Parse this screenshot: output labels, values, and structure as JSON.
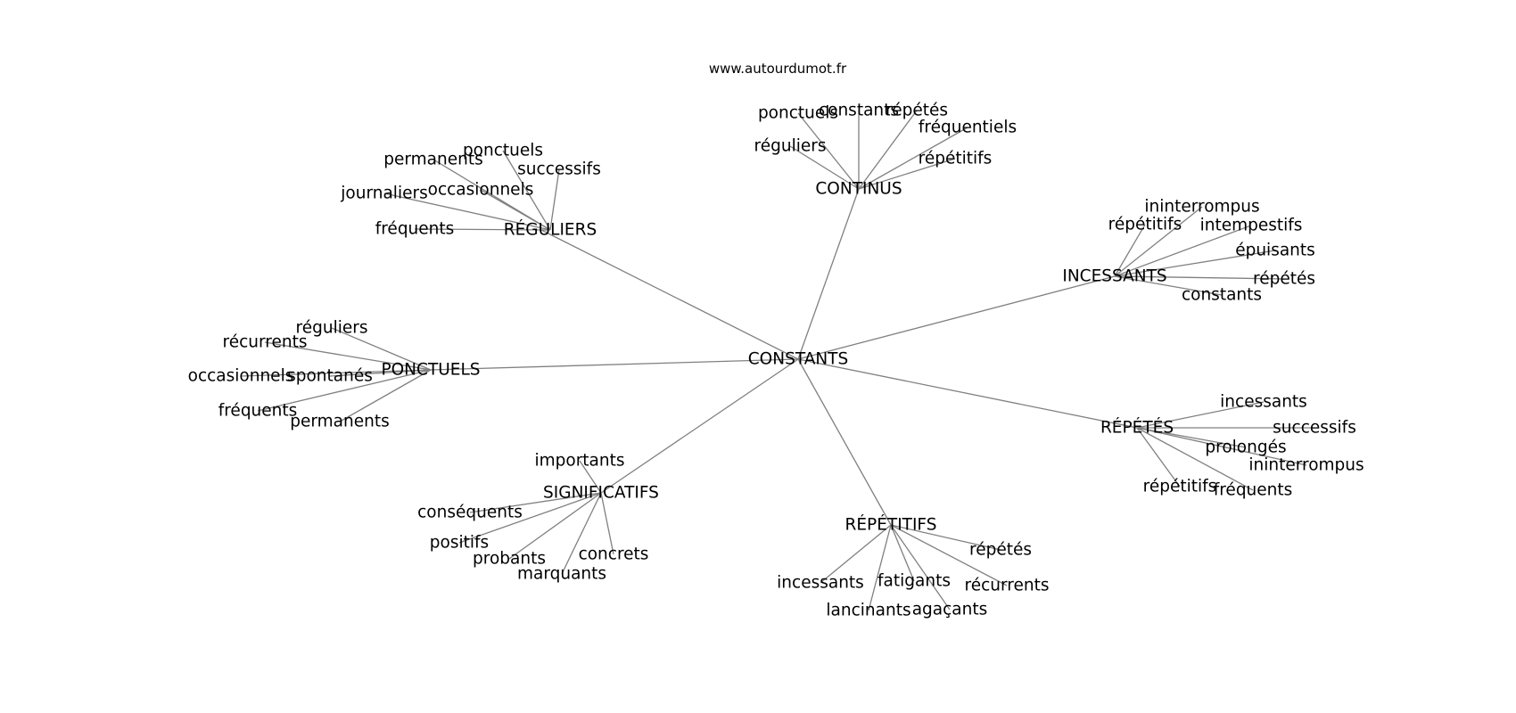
{
  "watermark": "www.autourdumot.fr",
  "colors": {
    "edge": "#808080",
    "text": "#000000",
    "background": "#ffffff"
  },
  "graph": {
    "center": "CONSTANTS",
    "groups": [
      {
        "hub": "CONTINUS",
        "leaves": [
          "ponctuels",
          "constants",
          "répétés",
          "fréquentiels",
          "réguliers",
          "répétitifs"
        ]
      },
      {
        "hub": "RÉGULIERS",
        "leaves": [
          "permanents",
          "ponctuels",
          "successifs",
          "journaliers",
          "occasionnels",
          "fréquents"
        ]
      },
      {
        "hub": "INCESSANTS",
        "leaves": [
          "ininterrompus",
          "répétitifs",
          "intempestifs",
          "épuisants",
          "répétés",
          "constants"
        ]
      },
      {
        "hub": "PONCTUELS",
        "leaves": [
          "réguliers",
          "récurrents",
          "occasionnels",
          "spontanés",
          "fréquents",
          "permanents"
        ]
      },
      {
        "hub": "RÉPÉTÉS",
        "leaves": [
          "incessants",
          "successifs",
          "prolongés",
          "ininterrompus",
          "répétitifs",
          "fréquents"
        ]
      },
      {
        "hub": "SIGNIFICATIFS",
        "leaves": [
          "importants",
          "conséquents",
          "positifs",
          "probants",
          "concrets",
          "marquants"
        ]
      },
      {
        "hub": "RÉPÉTITIFS",
        "leaves": [
          "répétés",
          "incessants",
          "fatigants",
          "récurrents",
          "lancinants",
          "agaçants"
        ]
      }
    ]
  }
}
